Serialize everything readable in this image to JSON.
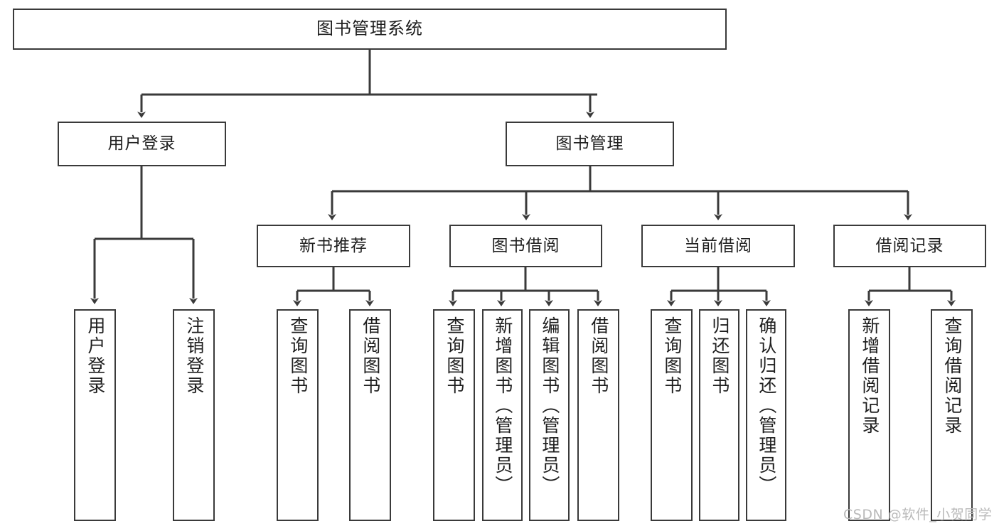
{
  "diagram": {
    "title": "图书管理系统",
    "type": "hierarchy-tree",
    "root": {
      "label": "图书管理系统"
    },
    "level2": [
      {
        "label": "用户登录"
      },
      {
        "label": "图书管理"
      }
    ],
    "level3": [
      {
        "label": "新书推荐"
      },
      {
        "label": "图书借阅"
      },
      {
        "label": "当前借阅"
      },
      {
        "label": "借阅记录"
      }
    ],
    "leaves": {
      "user_login": [
        {
          "label": "用户登录"
        },
        {
          "label": "注销登录"
        }
      ],
      "new_book": [
        {
          "label": "查询图书"
        },
        {
          "label": "借阅图书"
        }
      ],
      "book_borrow": [
        {
          "label": "查询图书"
        },
        {
          "label": "新增图书（管理员）"
        },
        {
          "label": "编辑图书（管理员）"
        },
        {
          "label": "借阅图书"
        }
      ],
      "current_borrow": [
        {
          "label": "查询图书"
        },
        {
          "label": "归还图书"
        },
        {
          "label": "确认归还（管理员）"
        }
      ],
      "borrow_record": [
        {
          "label": "新增借阅记录"
        },
        {
          "label": "查询借阅记录"
        }
      ]
    }
  },
  "watermark": {
    "text": "CSDN @软件_小贺同学"
  },
  "colors": {
    "stroke": "#3a3a3a",
    "background": "#ffffff",
    "text": "#1f1f1f",
    "watermark": "#b9b9b9"
  }
}
